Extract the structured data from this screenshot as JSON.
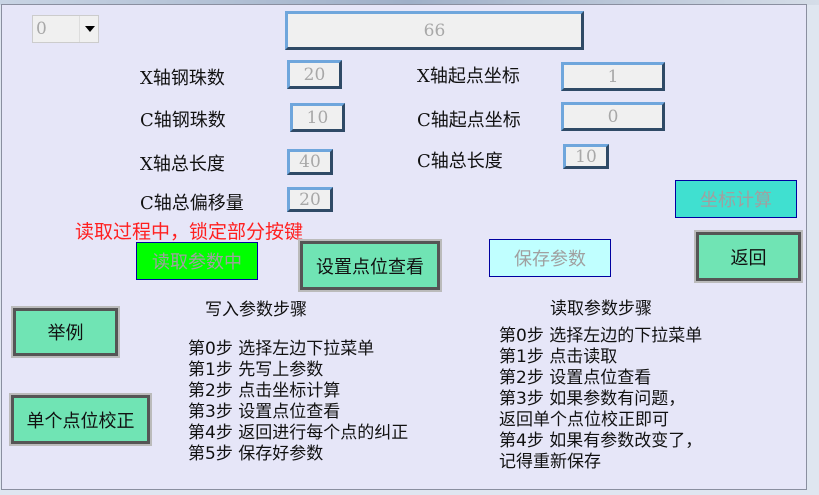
{
  "dropdown": {
    "value": "0"
  },
  "display": {
    "value": "66"
  },
  "fields": {
    "x_balls": {
      "label": "X轴钢珠数",
      "value": "20"
    },
    "c_balls": {
      "label": "C轴钢珠数",
      "value": "10"
    },
    "x_length": {
      "label": "X轴总长度",
      "value": "40"
    },
    "c_offset": {
      "label": "C轴总偏移量",
      "value": "20"
    },
    "x_start": {
      "label": "X轴起点坐标",
      "value": "1"
    },
    "c_start": {
      "label": "C轴起点坐标",
      "value": "0"
    },
    "c_length": {
      "label": "C轴总长度",
      "value": "10"
    }
  },
  "status": "读取过程中，锁定部分按键",
  "buttons": {
    "calc": "坐标计算",
    "reading": "读取参数中",
    "set_view": "设置点位查看",
    "save": "保存参数",
    "back": "返回",
    "example": "举例",
    "single": "单个点位校正"
  },
  "write_steps": {
    "title": "写入参数步骤",
    "lines": [
      "第0步  选择左边下拉菜单",
      "第1步  先写上参数",
      "第2步  点击坐标计算",
      "第3步  设置点位查看",
      "第4步  返回进行每个点的纠正",
      "第5步  保存好参数"
    ]
  },
  "read_steps": {
    "title": "读取参数步骤",
    "lines": [
      "第0步  选择左边的下拉菜单",
      "第1步  点击读取",
      "第2步  设置点位查看",
      "第3步  如果参数有问题，",
      "返回单个点位校正即可",
      "第4步  如果有参数改变了，",
      "记得重新保存"
    ]
  },
  "colors": {
    "status": "#ff2020",
    "calc": "#40e0d0",
    "reading": "#00ff00",
    "save": "#c0ffff",
    "action": "#70e4b4"
  }
}
